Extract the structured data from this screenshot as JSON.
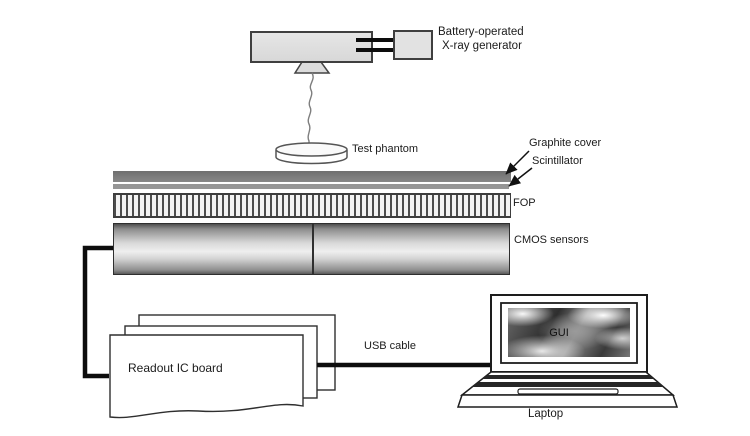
{
  "generator": {
    "line1": "Battery-operated",
    "line2": "X-ray generator"
  },
  "phantom_label": "Test phantom",
  "layer_labels": {
    "graphite": "Graphite cover",
    "scintillator": "Scintillator",
    "fop": "FOP",
    "cmos": "CMOS sensors"
  },
  "board_label": "Readout IC board",
  "usb_label": "USB cable",
  "laptop": {
    "screen": "GUI",
    "caption": "Laptop"
  },
  "colors": {
    "graphite": "#7b7b7b",
    "scintillator": "#969696",
    "outline": "#2f2f2f",
    "cable_black": "#0d0d0d",
    "beam_gray": "#808080",
    "arrowhead_gray": "#8f8f8f"
  }
}
